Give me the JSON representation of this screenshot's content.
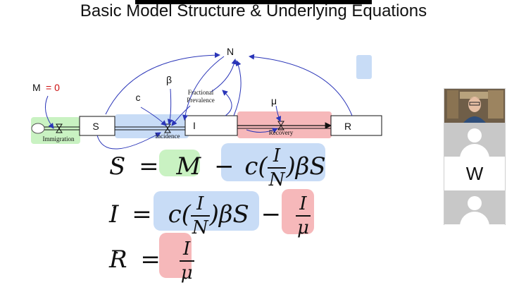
{
  "slide": {
    "title": "Basic Model Structure & Underlying Equations"
  },
  "diagram": {
    "stocks": {
      "s": "S",
      "i": "I",
      "r": "R"
    },
    "labels": {
      "n": "N",
      "m_lhs": "M",
      "m_eq": "= 0",
      "c": "c",
      "beta": "β",
      "mu": "μ",
      "fractional": "Fractional",
      "prevalence": "Prevalence",
      "incidence": "Incidence",
      "recovery": "Recovery",
      "immigration": "Immigration"
    },
    "colors": {
      "green": "#c9f2c2",
      "blue": "#c8dcf6",
      "red": "#f6b8ba",
      "arrow": "#2a35b8",
      "m_value": "#cc1111"
    }
  },
  "equations": {
    "s": {
      "lhs": "S",
      "eq": "=",
      "m": "M",
      "minus": "−",
      "c": "c(",
      "num": "I",
      "den": "N",
      "rest": ")βS"
    },
    "i": {
      "lhs": "I",
      "eq": "=",
      "c": "c(",
      "num": "I",
      "den": "N",
      "rest": ")βS",
      "minus": "−",
      "num2": "I",
      "den2": "μ"
    },
    "r": {
      "lhs": "R",
      "eq": "=",
      "num": "I",
      "den": "μ"
    }
  },
  "participants": {
    "tile_letter": "W"
  }
}
